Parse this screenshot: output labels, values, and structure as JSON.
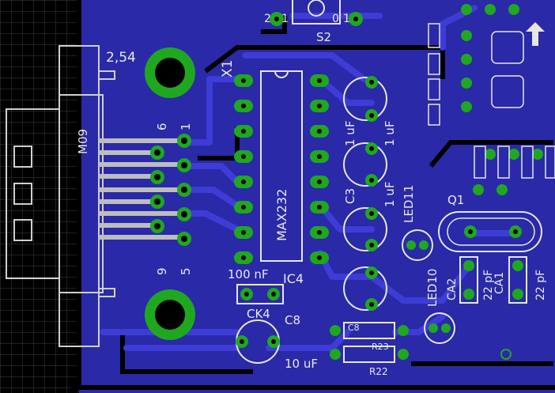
{
  "colors": {
    "background": "#000000",
    "copper_fill": "#2a29a8",
    "trace": "#3e3cd6",
    "pad": "#1fa81f",
    "drill": "#000000",
    "silkscreen": "#e6e6e6",
    "grid": "#5a5a5a"
  },
  "labels": {
    "connector_pitch": "2,54",
    "connector_ref": "X1",
    "connector_type": "M09",
    "pin1": "1",
    "pin5": "5",
    "pin6": "6",
    "pin9": "9",
    "ic_value": "MAX232",
    "ic2_ref": "IC4",
    "cap_100nf": "100 nF",
    "cap_ck4": "CK4",
    "cap_c8": "C8",
    "cap_10uf": "10 uF",
    "cap_c3": "C3",
    "cap_1uf_a": "1 uF",
    "cap_1uf_b": "1 uF",
    "cap_1uf_c": "1 uF",
    "switch_s2": "S2",
    "s2_pin2": "2",
    "s2_pin1": "1",
    "s2_pin0": "0",
    "s2_pin1b": "1",
    "led11": "LED11",
    "led10": "LED10",
    "crystal": "Q1",
    "ca1": "CA1",
    "ca2": "CA2",
    "pf22_a": "22 pF",
    "pf22_b": "22 pF",
    "r22": "R22",
    "r23": "R23",
    "r_c": "C8"
  }
}
